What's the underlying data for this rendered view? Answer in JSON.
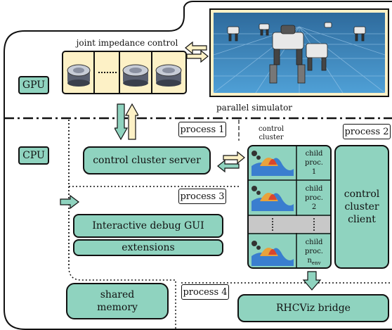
{
  "gpu_label": "GPU",
  "cpu_label": "CPU",
  "joint_impedance_label": "joint impedance control",
  "parallel_simulator_label": "parallel simulator",
  "process1": "process 1",
  "process2": "process 2",
  "process3": "process 3",
  "process4": "process 4",
  "control_cluster_server": "control cluster server",
  "control_cluster_title": [
    "control",
    "cluster"
  ],
  "child1": [
    "child",
    "proc.",
    "1"
  ],
  "child2": [
    "child",
    "proc.",
    "2"
  ],
  "childn": [
    "child",
    "proc.",
    "n"
  ],
  "childn_sub": "env",
  "control_cluster_client": [
    "control",
    "cluster",
    "client"
  ],
  "interactive_debug_gui": "Interactive debug GUI",
  "extensions": "extensions",
  "shared_memory": [
    "shared",
    "memory"
  ],
  "rhcviz_bridge": "RHCViz bridge",
  "colors": {
    "green": "#8fd3bf",
    "cream": "#fdf1c6",
    "sim_blue": "#3d8bc4"
  }
}
